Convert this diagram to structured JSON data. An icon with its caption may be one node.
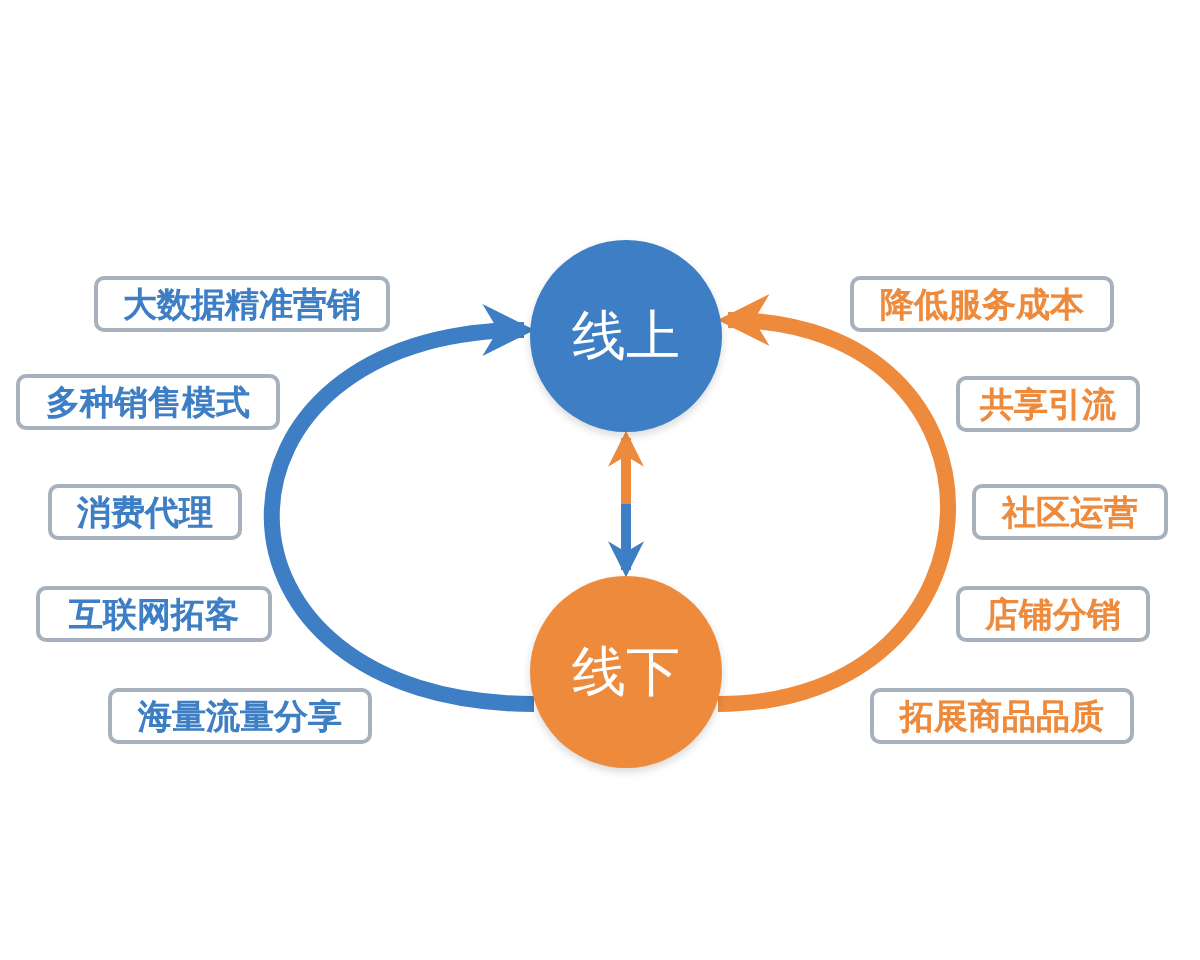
{
  "diagram": {
    "nodes": [
      {
        "text": [
          "线上"
        ]
      },
      {
        "text": [
          "线下"
        ]
      },
      {
        "text": [
          "大数据精准营销"
        ]
      },
      {
        "text": [
          "多种销售模式"
        ]
      },
      {
        "text": [
          "消费代理"
        ]
      },
      {
        "text": [
          "互联网拓客"
        ]
      },
      {
        "text": [
          "海量流量分享"
        ]
      },
      {
        "text": [
          "降低服务成本"
        ]
      },
      {
        "text": [
          "共享引流"
        ]
      },
      {
        "text": [
          "社区运营"
        ]
      },
      {
        "text": [
          "店铺分销"
        ]
      },
      {
        "text": [
          "拓展商品品质"
        ]
      }
    ],
    "edges": [
      {
        "from": 1,
        "to": 0,
        "arrow": "to",
        "color": "#3d7ec4"
      },
      {
        "from": 1,
        "to": 0,
        "arrow": "to",
        "color": "#ee8a3c"
      },
      {
        "from": 0,
        "to": 1,
        "arrow": "both"
      }
    ]
  }
}
